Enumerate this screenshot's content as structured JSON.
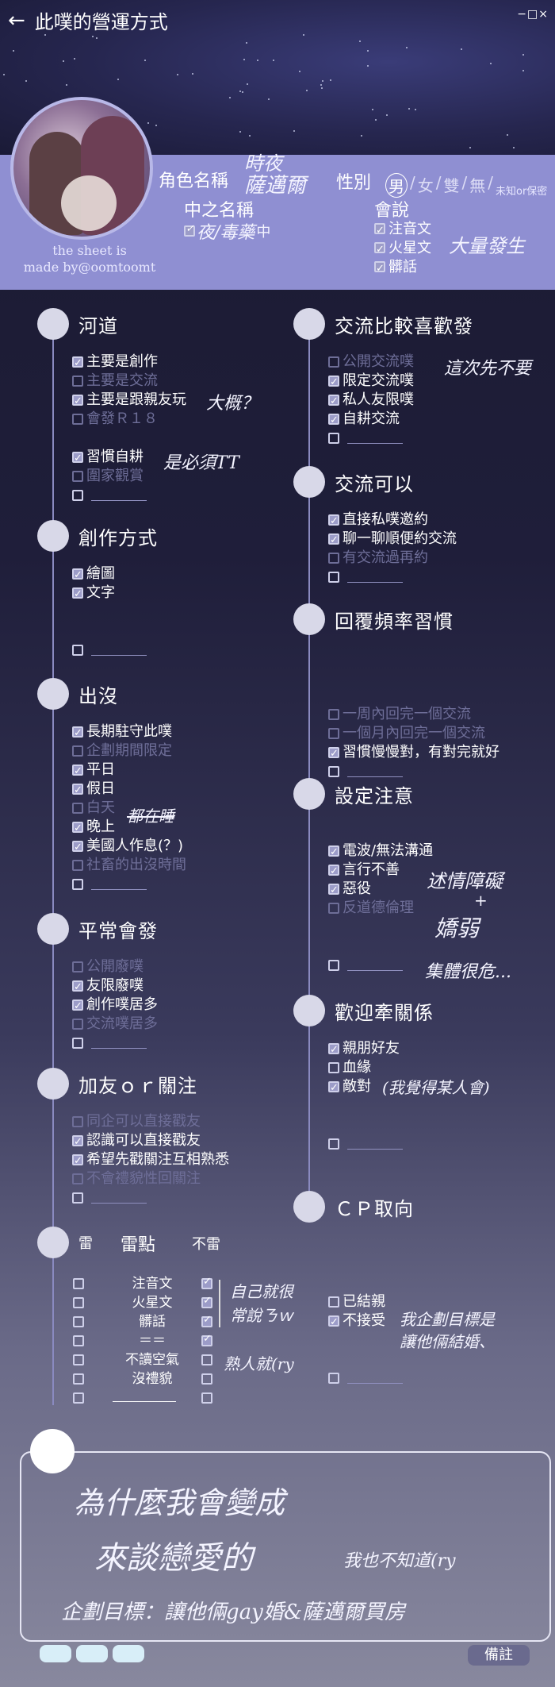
{
  "header": {
    "title": "此噗的營運方式",
    "window_controls": "−□×",
    "sheet_credit": [
      "the sheet is",
      "made by@oomtoomt"
    ]
  },
  "profile": {
    "role_name_label": "角色名稱",
    "role_name_value": [
      "時夜",
      "薩邁爾"
    ],
    "gender_label": "性別",
    "gender_options": [
      "男",
      "/",
      "女",
      "/",
      "雙",
      "/",
      "無",
      "/"
    ],
    "gender_unknown": "未知or保密",
    "gender_selected": "男",
    "player_name_label": "中之名稱",
    "player_name_value": "夜/毒藥",
    "player_name_suffix": "中",
    "speech_label": "會說",
    "speech_items": [
      {
        "label": "注音文",
        "checked": true
      },
      {
        "label": "火星文",
        "checked": true
      },
      {
        "label": "髒話",
        "checked": true
      }
    ],
    "speech_note": "大量發生"
  },
  "left_sections": [
    {
      "title": "河道",
      "items": [
        {
          "label": "主要是創作",
          "checked": true,
          "dim": false
        },
        {
          "label": "主要是交流",
          "checked": false,
          "dim": true
        },
        {
          "label": "主要是跟親友玩",
          "checked": true,
          "dim": false
        },
        {
          "label": "會發Ｒ１８",
          "checked": false,
          "dim": true
        },
        {
          "label": "",
          "checked": false,
          "spacer": true
        },
        {
          "label": "習慣自耕",
          "checked": true,
          "dim": false
        },
        {
          "label": "圍家觀賞",
          "checked": false,
          "dim": true
        },
        {
          "label": "",
          "checked": false,
          "blank": true
        }
      ],
      "notes": [
        "大概？",
        "是必須TT"
      ]
    },
    {
      "title": "創作方式",
      "items": [
        {
          "label": "繪圖",
          "checked": true,
          "dim": false
        },
        {
          "label": "文字",
          "checked": true,
          "dim": false
        },
        {
          "label": "",
          "spacer": true
        },
        {
          "label": "",
          "spacer": true
        },
        {
          "label": "",
          "checked": false,
          "blank": true
        }
      ]
    },
    {
      "title": "出沒",
      "items": [
        {
          "label": "長期駐守此噗",
          "checked": true,
          "dim": false
        },
        {
          "label": "企劃期間限定",
          "checked": false,
          "dim": true
        },
        {
          "label": "平日",
          "checked": true,
          "dim": false
        },
        {
          "label": "假日",
          "checked": true,
          "dim": false
        },
        {
          "label": "白天",
          "checked": false,
          "dim": true
        },
        {
          "label": "晚上",
          "checked": true,
          "dim": false
        },
        {
          "label": "美國人作息(？)",
          "checked": true,
          "dim": false
        },
        {
          "label": "社畜的出沒時間",
          "checked": false,
          "dim": true
        },
        {
          "label": "",
          "checked": false,
          "blank": true
        }
      ],
      "notes": [
        "都在睡"
      ]
    },
    {
      "title": "平常會發",
      "items": [
        {
          "label": "公開廢噗",
          "checked": false,
          "dim": true
        },
        {
          "label": "友限廢噗",
          "checked": true,
          "dim": false
        },
        {
          "label": "創作噗居多",
          "checked": true,
          "dim": false
        },
        {
          "label": "交流噗居多",
          "checked": false,
          "dim": true
        },
        {
          "label": "",
          "checked": false,
          "blank": true
        }
      ]
    },
    {
      "title": "加友ｏｒ關注",
      "items": [
        {
          "label": "同企可以直接戳友",
          "checked": false,
          "dim": true
        },
        {
          "label": "認識可以直接戳友",
          "checked": true,
          "dim": false
        },
        {
          "label": "希望先戳關注互相熟悉",
          "checked": true,
          "dim": false
        },
        {
          "label": "不會禮貌性回關注",
          "checked": false,
          "dim": true
        },
        {
          "label": "",
          "checked": false,
          "blank": true
        }
      ]
    }
  ],
  "right_sections": [
    {
      "title": "交流比較喜歡發",
      "items": [
        {
          "label": "公開交流噗",
          "checked": false,
          "dim": true
        },
        {
          "label": "限定交流噗",
          "checked": true,
          "dim": false
        },
        {
          "label": "私人友限噗",
          "checked": true,
          "dim": false
        },
        {
          "label": "自耕交流",
          "checked": true,
          "dim": false
        },
        {
          "label": "",
          "checked": false,
          "blank": true
        }
      ],
      "notes": [
        "這次先不要"
      ]
    },
    {
      "title": "交流可以",
      "items": [
        {
          "label": "直接私噗邀約",
          "checked": true,
          "dim": false
        },
        {
          "label": "聊一聊順便約交流",
          "checked": true,
          "dim": false
        },
        {
          "label": "有交流過再約",
          "checked": false,
          "dim": true
        },
        {
          "label": "",
          "checked": false,
          "blank": true
        }
      ]
    },
    {
      "title": "回覆頻率習慣",
      "items": [
        {
          "label": "",
          "spacer": true
        },
        {
          "label": "",
          "spacer": true
        },
        {
          "label": "",
          "spacer": true
        },
        {
          "label": "一周內回完一個交流",
          "checked": false,
          "dim": true
        },
        {
          "label": "一個月內回完一個交流",
          "checked": false,
          "dim": true
        },
        {
          "label": "習慣慢慢對，有對完就好",
          "checked": true,
          "dim": false
        },
        {
          "label": "",
          "checked": false,
          "blank": true
        }
      ]
    },
    {
      "title": "設定注意",
      "items": [
        {
          "label": "",
          "spacer": true
        },
        {
          "label": "電波/無法溝通",
          "checked": true,
          "dim": false
        },
        {
          "label": "言行不善",
          "checked": true,
          "dim": false
        },
        {
          "label": "惡役",
          "checked": true,
          "dim": false
        },
        {
          "label": "反道德倫理",
          "checked": false,
          "dim": true
        },
        {
          "label": "",
          "spacer": true
        },
        {
          "label": "",
          "spacer": true
        },
        {
          "label": "",
          "checked": false,
          "blank": true
        }
      ],
      "notes": [
        "述情障礙",
        "+",
        "嬌弱",
        "集體很危..."
      ]
    },
    {
      "title": "歡迎牽關係",
      "items": [
        {
          "label": "親朋好友",
          "checked": true,
          "dim": false
        },
        {
          "label": "血緣",
          "checked": false,
          "dim": false
        },
        {
          "label": "敵對",
          "checked": true,
          "dim": false
        },
        {
          "label": "",
          "spacer": true
        },
        {
          "label": "",
          "spacer": true
        },
        {
          "label": "",
          "checked": false,
          "blank": true
        }
      ],
      "notes": [
        "(我覺得某人會)"
      ]
    },
    {
      "title": "ＣＰ取向",
      "items": [
        {
          "label": "",
          "spacer": true
        },
        {
          "label": "",
          "spacer": true
        },
        {
          "label": "",
          "spacer": true
        },
        {
          "label": "已結親",
          "checked": false,
          "dim": false
        },
        {
          "label": "不接受",
          "checked": true,
          "dim": false
        },
        {
          "label": "",
          "spacer": true
        },
        {
          "label": "",
          "spacer": true
        },
        {
          "label": "",
          "checked": false,
          "blank": true
        }
      ],
      "notes": [
        "我企劃目標是",
        "讓他倆結婚、"
      ]
    }
  ],
  "mines": {
    "left_head": "雷",
    "center_head": "雷點",
    "right_head": "不雷",
    "rows": [
      {
        "label": "注音文",
        "mine": false,
        "ok": true
      },
      {
        "label": "火星文",
        "mine": false,
        "ok": true
      },
      {
        "label": "髒話",
        "mine": false,
        "ok": true
      },
      {
        "label": "＝＝",
        "mine": false,
        "ok": true
      },
      {
        "label": "不讀空氣",
        "mine": false,
        "ok": false
      },
      {
        "label": "沒禮貌",
        "mine": false,
        "ok": false
      },
      {
        "label": "",
        "mine": false,
        "ok": false,
        "blank": true
      }
    ],
    "notes": [
      "自己就很",
      "常說ㄋｗ",
      "熟人就(ry"
    ]
  },
  "remark": {
    "line1": "為什麼我會變成",
    "line2": "來談戀愛的",
    "line2_small": "我也不知道(ry",
    "line3": "企劃目標：讓他倆gay婚&薩邁爾買房"
  },
  "footer": {
    "note_button": "備註"
  }
}
